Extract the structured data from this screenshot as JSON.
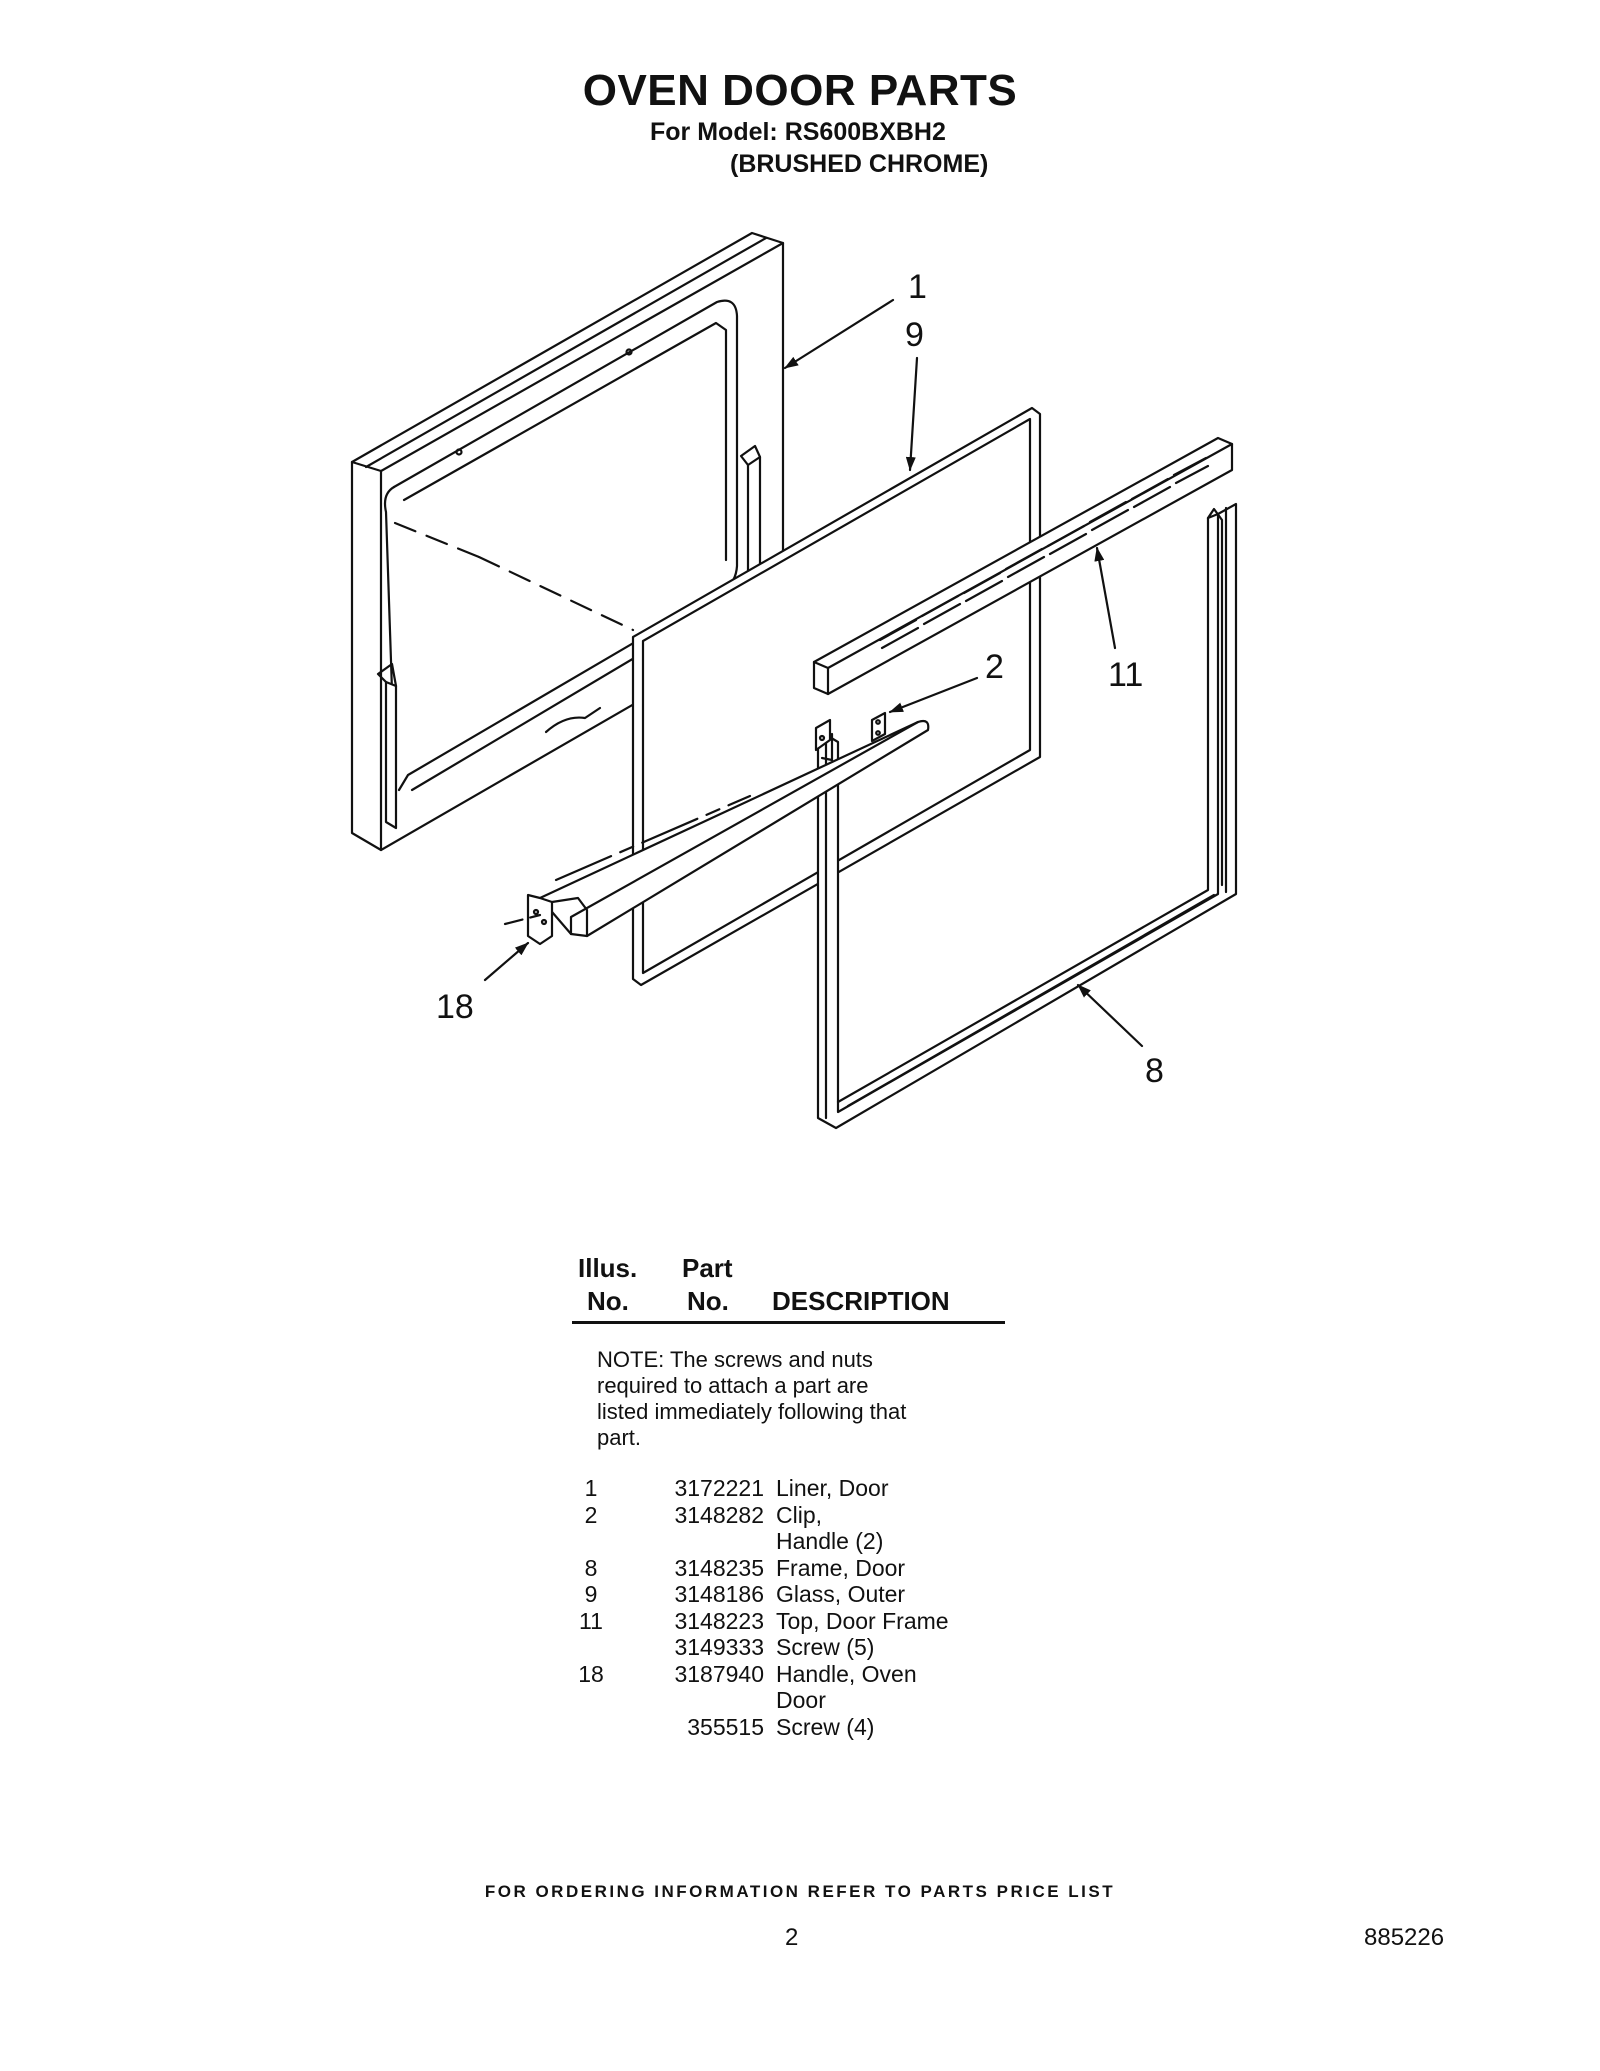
{
  "header": {
    "title": "OVEN DOOR PARTS",
    "model_line": "For Model: RS600BXBH2",
    "finish_line": "(BRUSHED CHROME)"
  },
  "diagram": {
    "callouts": {
      "liner_door": "1",
      "glass_outer": "9",
      "clip_handle": "2",
      "top_door_frame": "11",
      "handle_oven_door": "18",
      "frame_door": "8"
    }
  },
  "table": {
    "headers": {
      "illus_top": "Illus.",
      "illus_bottom": "No.",
      "part_top": "Part",
      "part_bottom": "No.",
      "description": "DESCRIPTION"
    },
    "note": "NOTE: The screws and nuts required to attach a part are listed immediately following that part.",
    "rows": [
      {
        "illus": "1",
        "part": "3172221",
        "desc": "Liner, Door"
      },
      {
        "illus": "2",
        "part": "3148282",
        "desc": "Clip,"
      },
      {
        "illus": "",
        "part": "",
        "desc": "Handle (2)"
      },
      {
        "illus": "8",
        "part": "3148235",
        "desc": "Frame, Door"
      },
      {
        "illus": "9",
        "part": "3148186",
        "desc": "Glass, Outer"
      },
      {
        "illus": "11",
        "part": "3148223",
        "desc": "Top, Door Frame"
      },
      {
        "illus": "",
        "part": "3149333",
        "desc": "Screw (5)"
      },
      {
        "illus": "18",
        "part": "3187940",
        "desc": "Handle, Oven"
      },
      {
        "illus": "",
        "part": "",
        "desc": "Door"
      },
      {
        "illus": "",
        "part": "355515",
        "desc": "Screw (4)"
      }
    ]
  },
  "footer": {
    "ordering_info": "FOR ORDERING INFORMATION REFER TO PARTS PRICE LIST",
    "page_number": "2",
    "document_number": "885226"
  }
}
